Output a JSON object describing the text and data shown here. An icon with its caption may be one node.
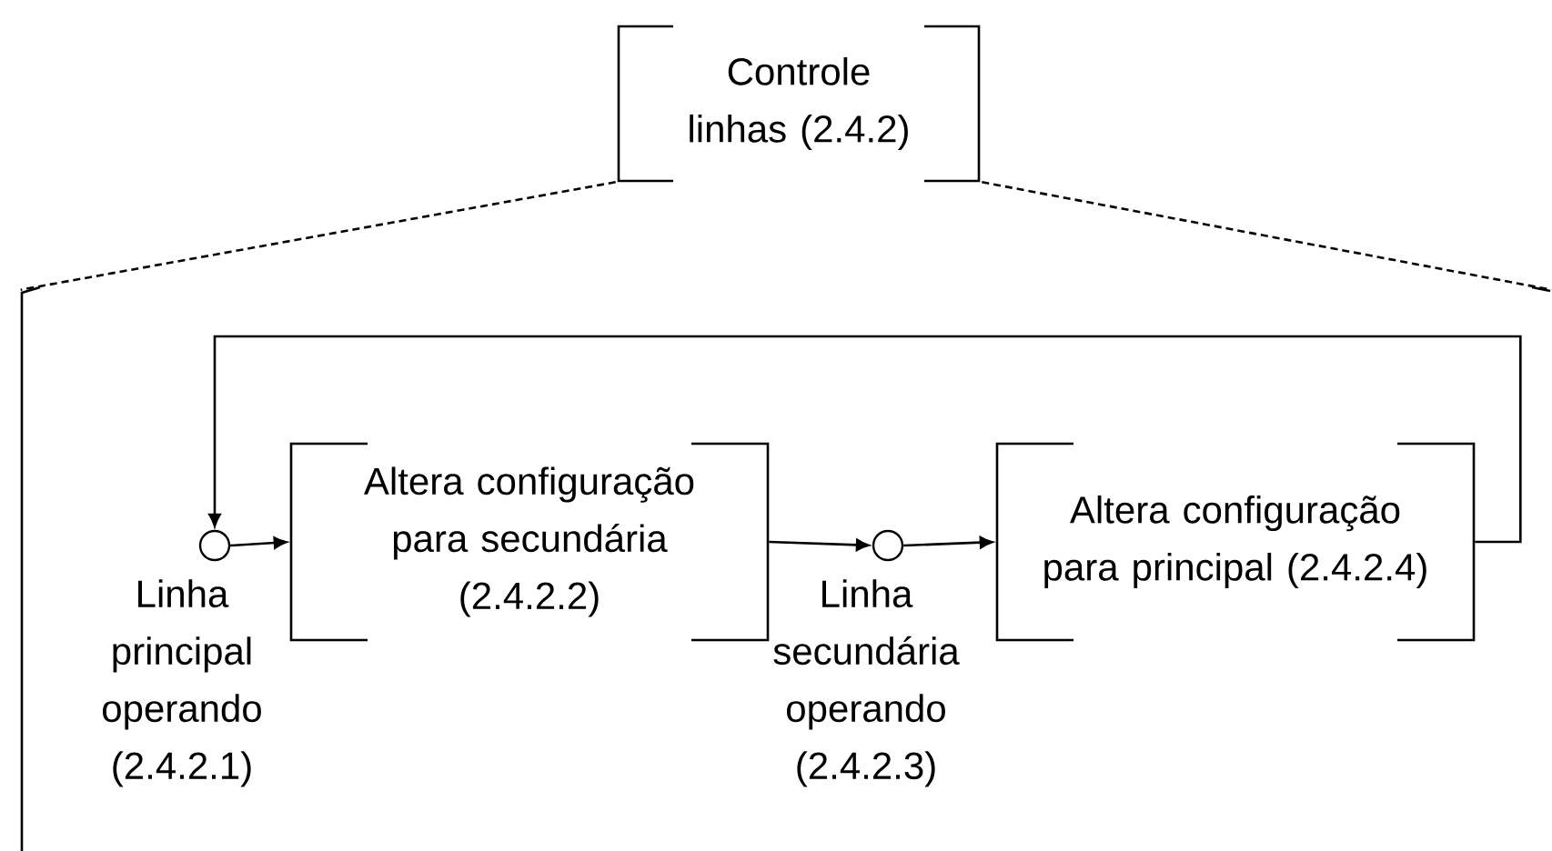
{
  "diagram": {
    "nodes": [
      {
        "text": [
          "Controle linhas (2.4.2)"
        ]
      },
      {
        "text": [],
        "shape": "box"
      },
      {
        "text": [],
        "shape": "circle",
        "in": 1,
        "beside": [
          "Linha principal operando (2.4.2.1)"
        ]
      },
      {
        "text": [
          "Altera configuração para secundária (2.4.2.2)"
        ],
        "in": 1
      },
      {
        "text": [],
        "shape": "circle",
        "in": 1,
        "beside": [
          "Linha secundária operando (2.4.2.3)"
        ]
      },
      {
        "text": [
          "Altera configuração para principal (2.4.2.4)"
        ],
        "in": 1
      }
    ],
    "edges": [
      {
        "from": 0,
        "to": 1,
        "arrow": "none",
        "style": "dashed"
      },
      {
        "from": 0,
        "to": 1,
        "arrow": "none",
        "style": "dashed"
      },
      {
        "from": 2,
        "to": 3,
        "arrow": "to"
      },
      {
        "from": 3,
        "to": 4,
        "arrow": "to"
      },
      {
        "from": 4,
        "to": 5,
        "arrow": "to"
      },
      {
        "from": 5,
        "to": 2,
        "arrow": "to"
      }
    ]
  }
}
